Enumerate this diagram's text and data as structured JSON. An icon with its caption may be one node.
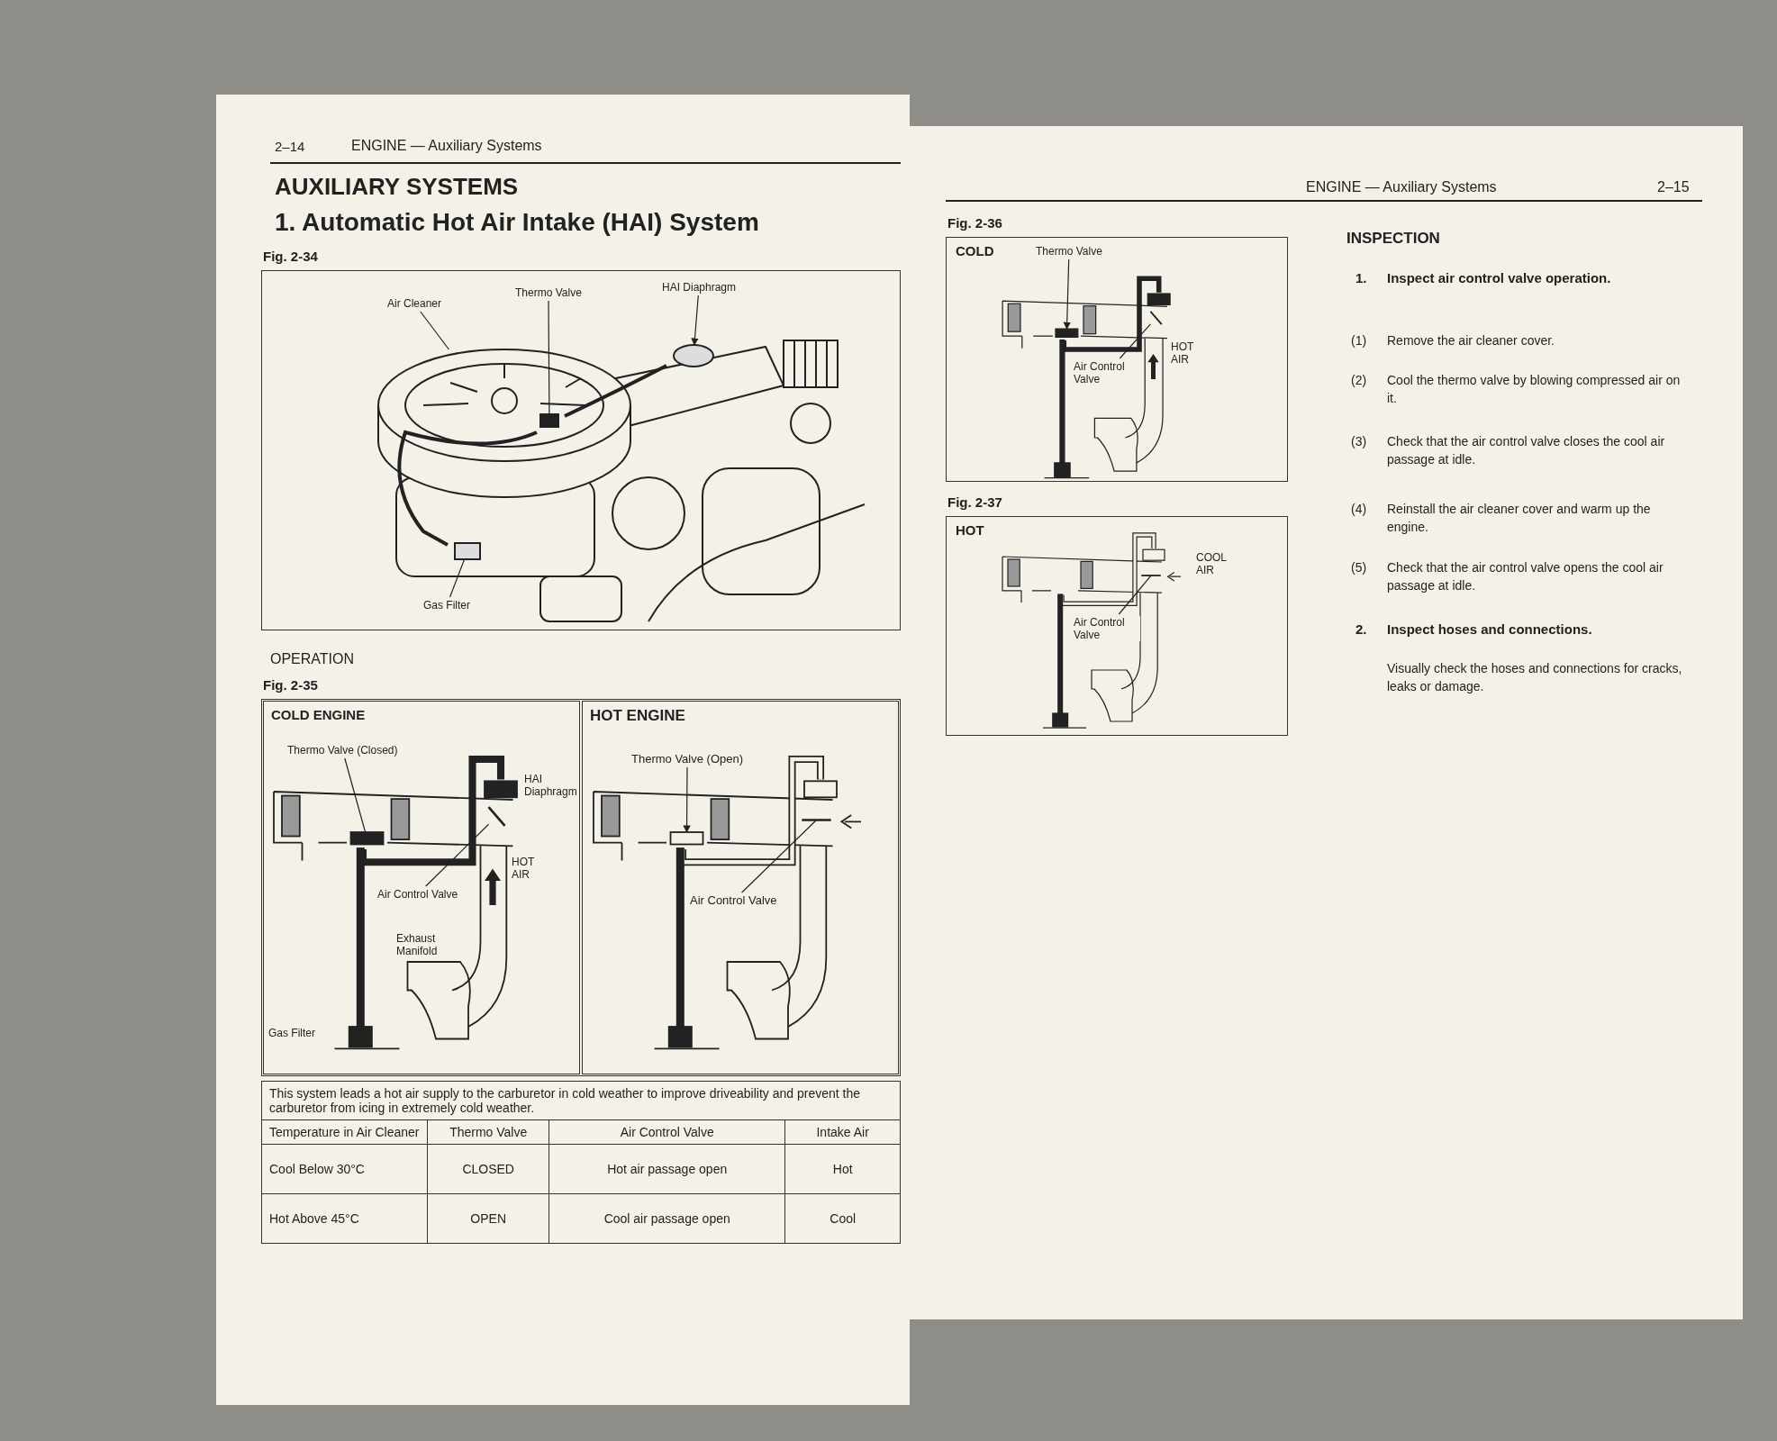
{
  "diagram": {
    "title": "AUXILIARY SYSTEMS",
    "nodes": [
      {
        "text": [
          "Fig. 2-34"
        ]
      },
      {
        "text": [
          "Air Cleaner"
        ],
        "in": 0
      },
      {
        "text": [
          "Thermo Valve"
        ],
        "in": 0
      },
      {
        "text": [
          "HAI Diaphragm"
        ],
        "in": 0
      },
      {
        "text": [
          "Gas Filter"
        ],
        "in": 0
      },
      {
        "text": [
          "Fig. 2-35"
        ]
      },
      {
        "text": [
          "COLD ENGINE"
        ],
        "in": 5
      },
      {
        "text": [
          "Thermo Valve (Closed)"
        ],
        "in": 6
      },
      {
        "text": [
          "Air Control Valve"
        ],
        "in": 6
      },
      {
        "text": [
          "HOT ENGINE"
        ],
        "in": 5
      },
      {
        "text": [
          "Thermo Valve (Open)"
        ],
        "in": 9
      },
      {
        "text": [
          "Air Control Valve"
        ],
        "in": 9
      },
      {
        "text": [
          "Fig. 2-36",
          "COLD"
        ]
      },
      {
        "text": [
          "Thermo Valve"
        ],
        "in": 12
      },
      {
        "text": [
          "Air Control Valve"
        ],
        "in": 12
      },
      {
        "text": [
          "Fig. 2-37",
          "HOT"
        ]
      },
      {
        "text": [
          "Air Control Valve"
        ],
        "in": 15
      },
      {
        "text": [],
        "shape": "picture",
        "in": 0
      },
      {
        "text": [],
        "shape": "box",
        "in": 17
      },
      {
        "text": [],
        "shape": "circle",
        "in": 0
      },
      {
        "text": [],
        "shape": "box",
        "in": 0
      },
      {
        "text": [],
        "shape": "box",
        "in": 6
      },
      {
        "text": [],
        "shape": "picture",
        "in": 6
      },
      {
        "text": [],
        "shape": "box",
        "in": 9
      },
      {
        "text": [],
        "shape": "picture",
        "in": 9
      },
      {
        "text": [],
        "shape": "box",
        "in": 12
      },
      {
        "text": [],
        "shape": "picture",
        "in": 12
      },
      {
        "text": [],
        "shape": "picture",
        "in": 15
      }
    ],
    "edges": [
      {
        "from": 1,
        "to": 17,
        "arrow": "none"
      },
      {
        "from": 2,
        "to": 18,
        "arrow": "none"
      },
      {
        "from": 3,
        "to": 19,
        "arrow": "to"
      },
      {
        "from": 4,
        "to": 20,
        "arrow": "none"
      },
      {
        "from": 7,
        "to": 21,
        "arrow": "none"
      },
      {
        "from": 8,
        "to": 22,
        "arrow": "none"
      },
      {
        "from": 10,
        "to": 23,
        "arrow": "to"
      },
      {
        "from": 11,
        "to": 24,
        "arrow": "none"
      },
      {
        "from": 13,
        "to": 25,
        "arrow": "to"
      },
      {
        "from": 14,
        "to": 26,
        "arrow": "none"
      },
      {
        "from": 16,
        "to": 27,
        "arrow": "none"
      }
    ],
    "labels": [
      "2–14",
      "ENGINE — Auxiliary Systems",
      "1. Automatic Hot Air Intake (HAI) System",
      "OPERATION",
      "HAI Diaphragm",
      "HOT AIR",
      "Exhaust Manifold",
      "Gas Filter",
      "This system leads a hot air supply to the carburetor in cold weather to improve driveability and prevent the carburetor from icing in extremely cold weather.",
      "Temperature in Air Cleaner",
      "Thermo Valve",
      "Air Control Valve",
      "Intake Air",
      "Cool Below 30°C",
      "CLOSED",
      "Hot air passage open",
      "Hot",
      "Hot Above 45°C",
      "OPEN",
      "Cool air passage open",
      "Cool",
      "ENGINE — Auxiliary Systems",
      "2–15",
      "HOT AIR",
      "COOL AIR",
      "INSPECTION",
      "1.",
      "Inspect air control valve operation.",
      "(1)",
      "Remove the air cleaner cover.",
      "(2)",
      "Cool the thermo valve by blowing compressed air on it.",
      "(3)",
      "Check that the air control valve closes the cool air passage at idle.",
      "(4)",
      "Reinstall the air cleaner cover and warm up the engine.",
      "(5)",
      "Check that the air control valve opens the cool air passage at idle.",
      "2.",
      "Inspect hoses and connections.",
      "Visually check the hoses and connections for cracks, leaks or damage."
    ]
  }
}
